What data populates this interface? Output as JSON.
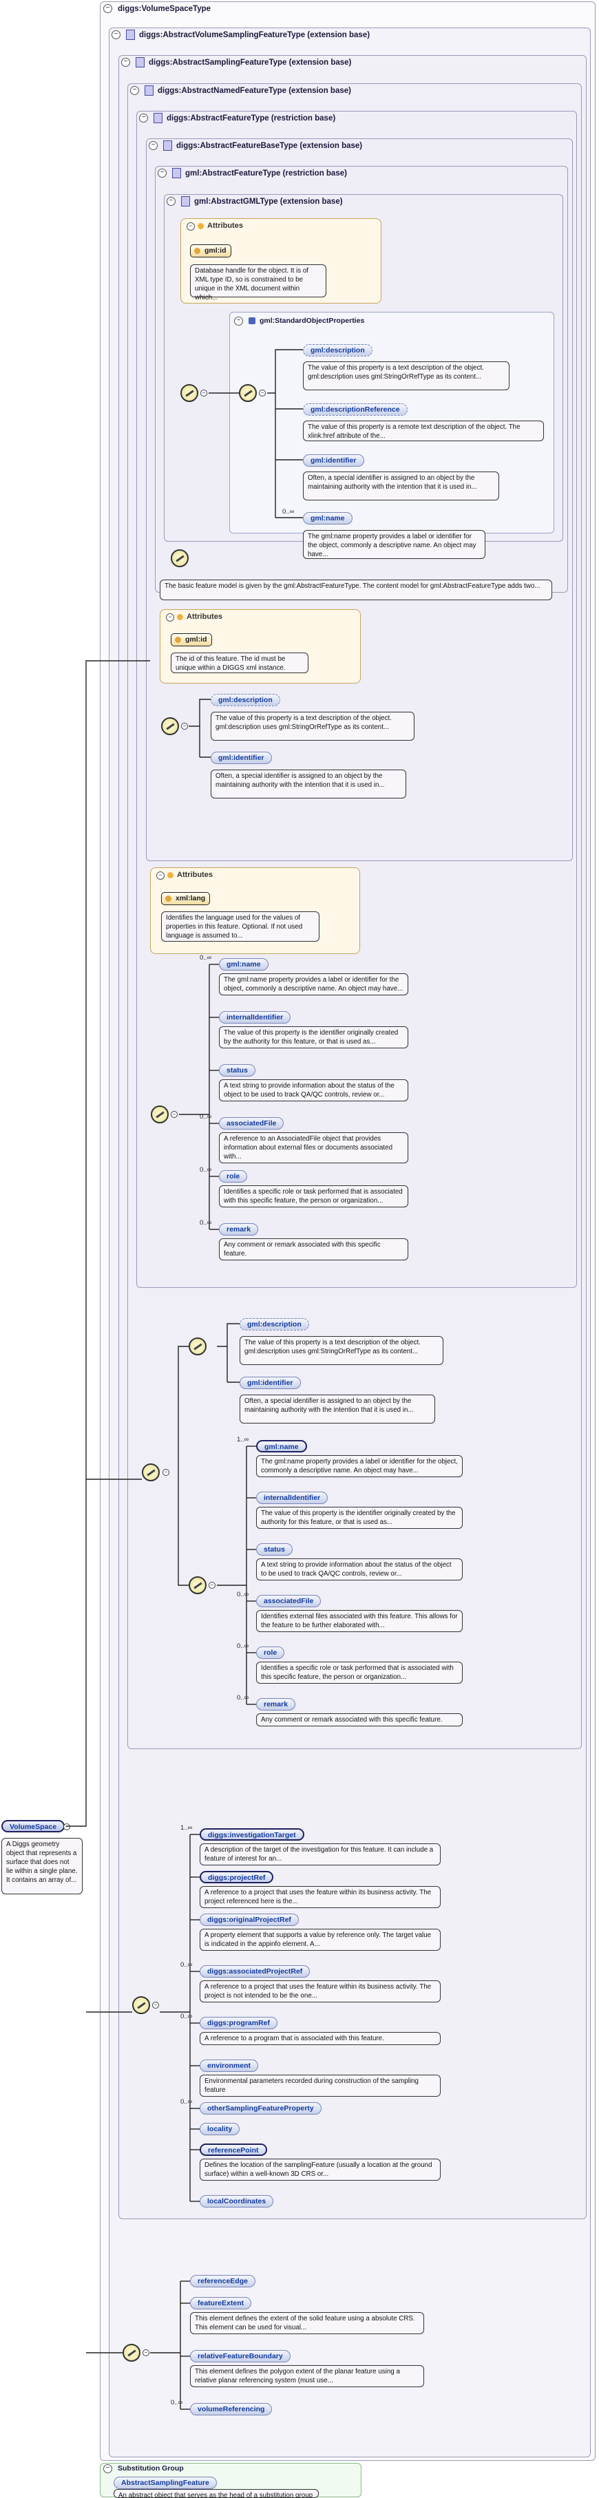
{
  "titles": {
    "root": "diggs:VolumeSpaceType",
    "l1": "diggs:AbstractVolumeSamplingFeatureType (extension base)",
    "l2": "diggs:AbstractSamplingFeatureType (extension base)",
    "l3": "diggs:AbstractNamedFeatureType (extension base)",
    "l4": "diggs:AbstractFeatureType (restriction base)",
    "l5": "diggs:AbstractFeatureBaseType (extension base)",
    "l6": "gml:AbstractFeatureType (restriction base)",
    "l7": "gml:AbstractGMLType (extension base)",
    "stdprops": "gml:StandardObjectProperties",
    "attributes": "Attributes",
    "subst": "Substitution Group"
  },
  "gml": {
    "id": "gml:id",
    "id_desc": "Database handle for the object. It is of XML type ID, so is constrained to be unique in the XML document within which...",
    "desc": "gml:description",
    "desc_desc": "The value of this property is a text description of the object. gml:description uses gml:StringOrRefType as its content...",
    "descref": "gml:descriptionReference",
    "descref_desc": "The value of this property is a remote text description of the object. The xlink:href attribute of the...",
    "ident": "gml:identifier",
    "ident_desc": "Often, a special identifier is assigned to an object by the maintaining authority with the intention that it is used in...",
    "name": "gml:name",
    "name_desc": "The gml:name property provides a label or identifier for the object, commonly a descriptive name. An object may have...",
    "name_mult": "0..∞"
  },
  "basefeature_desc": "The basic feature model is given by the gml:AbstractFeatureType. The content model for gml:AbstractFeatureType adds two...",
  "featurebase": {
    "id_desc": "The id of this feature. The id must be unique within a DIGGS xml instance.",
    "desc_desc": "The value of this property is a text description of the object. gml:description uses gml:StringOrRefType as its content...",
    "ident_desc": "Often, a special identifier is assigned to an object by the maintaining authority with the intention that it is used in..."
  },
  "feature": {
    "lang": "xml:lang",
    "lang_desc": "Identifies the language used for the values of properties in this feature. Optional. If not used language is assumed to...",
    "items": [
      {
        "label": "gml:name",
        "mult": "0..∞",
        "desc": "The gml:name property provides a label or identifier for the object, commonly a descriptive name. An object may have..."
      },
      {
        "label": "internalIdentifier",
        "mult": "",
        "desc": "The value of this property is the identifier originally created by the authority for this feature, or that is used as..."
      },
      {
        "label": "status",
        "mult": "",
        "desc": "A text string to provide information about the status of the object to be used to track QA/QC controls, review or..."
      },
      {
        "label": "associatedFile",
        "mult": "0..∞",
        "desc": "A reference to an AssociatedFile object that provides information about external files or documents associated with..."
      },
      {
        "label": "role",
        "mult": "0..∞",
        "desc": "Identifies a specific role or task performed that is associated with this specific feature, the person or organization..."
      },
      {
        "label": "remark",
        "mult": "0..∞",
        "desc": "Any comment or remark associated with this specific feature."
      }
    ]
  },
  "named": {
    "desc_desc": "The value of this property is a text description of the object. gml:description uses gml:StringOrRefType as its content...",
    "ident_desc": "Often, a special identifier is assigned to an object by the maintaining authority with the intention that it is used in...",
    "items": [
      {
        "label": "gml:name",
        "mult": "1..∞",
        "desc": "The gml:name property provides a label or identifier for the object, commonly a descriptive name. An object may have..."
      },
      {
        "label": "internalIdentifier",
        "mult": "",
        "desc": "The value of this property is the identifier originally created by the authority for this feature, or that is used as..."
      },
      {
        "label": "status",
        "mult": "",
        "desc": "A text string to provide information about the status of the object to be used to track QA/QC controls, review or..."
      },
      {
        "label": "associatedFile",
        "mult": "0..∞",
        "desc": "Identifies external files associated with this feature. This allows for the feature to be further elaborated with..."
      },
      {
        "label": "role",
        "mult": "0..∞",
        "desc": "Identifies a specific role or task performed that is associated with this specific feature, the person or organization..."
      },
      {
        "label": "remark",
        "mult": "0..∞",
        "desc": "Any comment or remark associated with this specific feature."
      }
    ]
  },
  "sampling": [
    {
      "label": "diggs:investigationTarget",
      "mult": "1..∞",
      "desc": "A description of the target of the investigation for this feature. It can include a feature of interest for an..."
    },
    {
      "label": "diggs:projectRef",
      "mult": "",
      "desc": "A reference to a project that uses the feature within its business activity. The project referenced here is the..."
    },
    {
      "label": "diggs:originalProjectRef",
      "mult": "",
      "desc": "A property element that supports a value by reference only. The target value is indicated in the appinfo element. A..."
    },
    {
      "label": "diggs:associatedProjectRef",
      "mult": "0..∞",
      "desc": "A reference to a project that uses the feature within its business activity. The project is not intended to be the one..."
    },
    {
      "label": "diggs:programRef",
      "mult": "0..∞",
      "desc": "A reference to a program that is associated with this feature."
    },
    {
      "label": "environment",
      "mult": "",
      "desc": "Environmental parameters recorded during construction of the sampling feature"
    },
    {
      "label": "otherSamplingFeatureProperty",
      "mult": "0..∞",
      "desc": ""
    },
    {
      "label": "locality",
      "mult": "",
      "desc": ""
    },
    {
      "label": "referencePoint",
      "mult": "",
      "desc": "Defines the location of the samplingFeature (usually a location at the ground surface) within a well-known 3D CRS or..."
    },
    {
      "label": "localCoordinates",
      "mult": "",
      "desc": ""
    }
  ],
  "volume": [
    {
      "label": "referenceEdge",
      "mult": "",
      "desc": ""
    },
    {
      "label": "featureExtent",
      "mult": "",
      "desc": "This element defines the extent of the solid feature using a absolute CRS. This element can be used for visual..."
    },
    {
      "label": "relativeFeatureBoundary",
      "mult": "",
      "desc": "This element defines the polygon extent of the planar feature using a relative planar referencing system (must use..."
    },
    {
      "label": "volumeReferencing",
      "mult": "0..∞",
      "desc": ""
    }
  ],
  "element": {
    "name": "VolumeSpace",
    "desc": "A Diggs geometry object that represents a surface that does not lie within a single plane. It contains an array of..."
  },
  "substitution": {
    "name": "AbstractSamplingFeature",
    "desc": "An abstract object that serves as the head of a substitution group for all sampling features. A sampling feature is a..."
  }
}
